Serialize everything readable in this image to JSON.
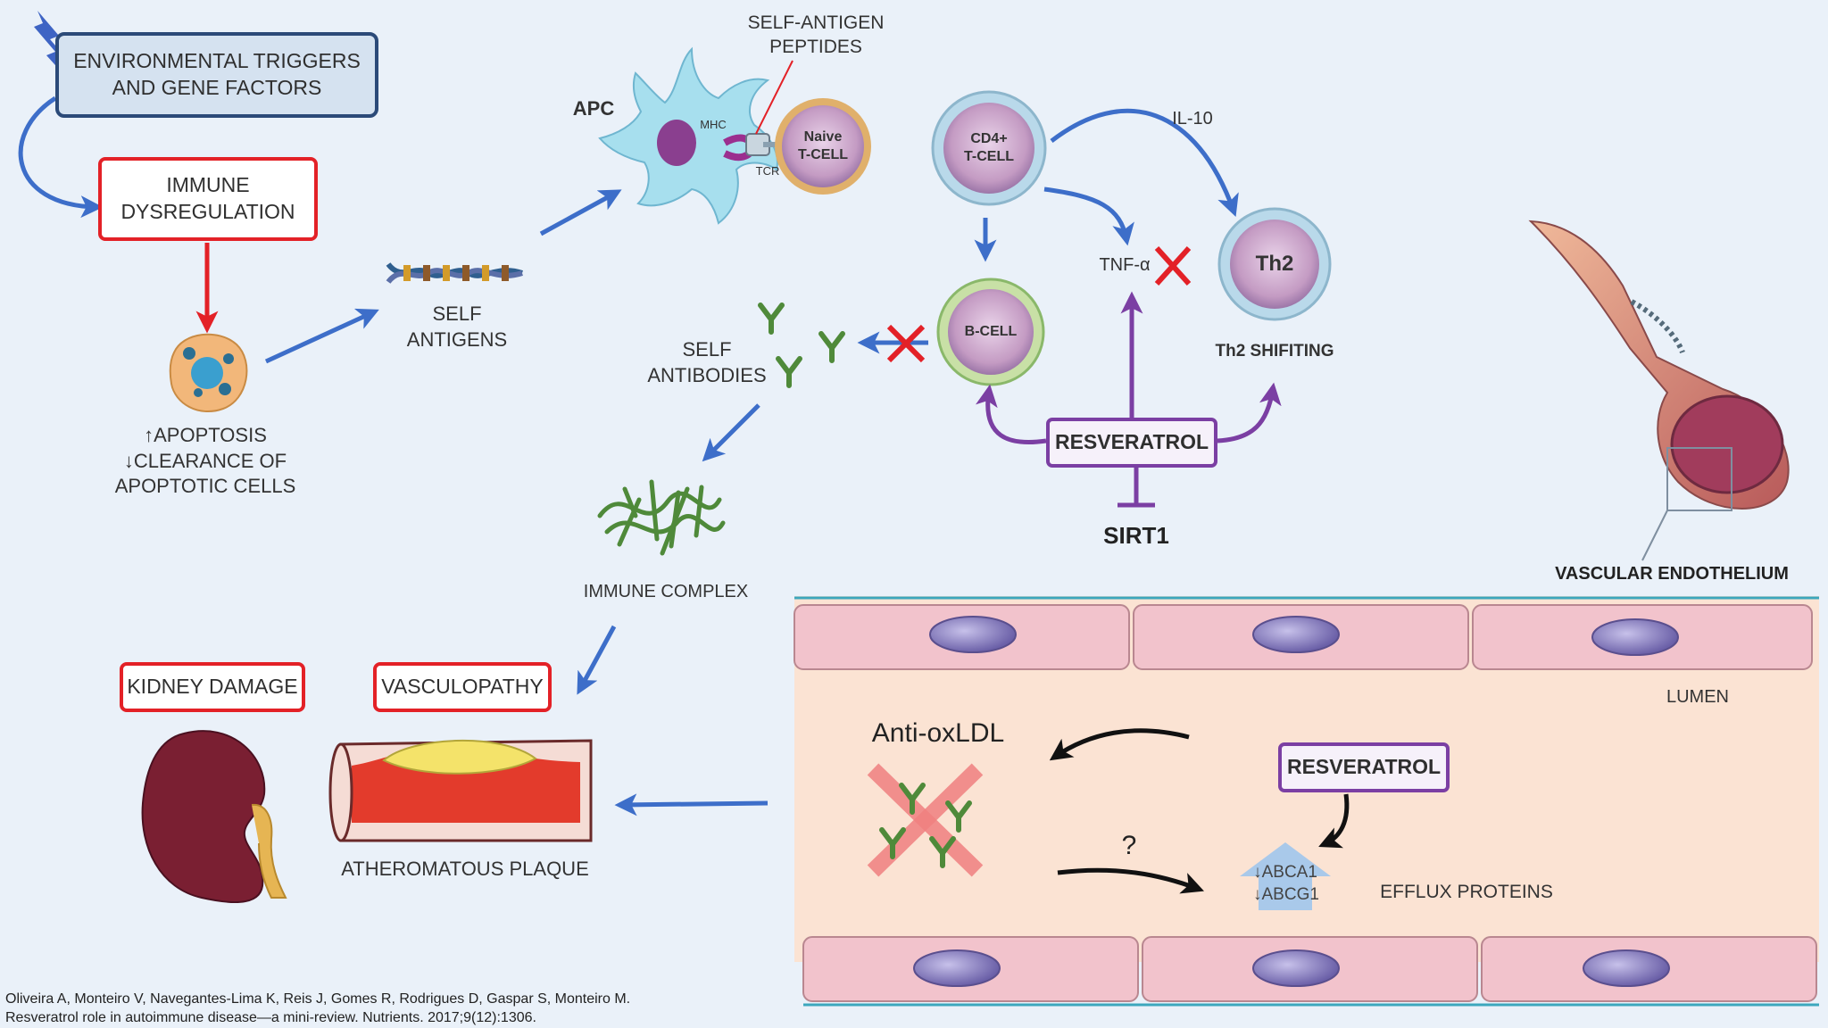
{
  "boxes": {
    "environmental": "ENVIRONMENTAL  TRIGGERS\nAND GENE FACTORS",
    "immune_dysregulation": "IMMUNE\nDYSREGULATION",
    "kidney_damage": "KIDNEY DAMAGE",
    "vasculopathy": "VASCULOPATHY",
    "resveratrol_top": "RESVERATROL",
    "resveratrol_lumen": "RESVERATROL"
  },
  "labels": {
    "apoptosis": "↑APOPTOSIS\n↓CLEARANCE OF\nAPOPTOTIC CELLS",
    "self_antigens": "SELF\nANTIGENS",
    "apc": "APC",
    "self_antigen_peptides": "SELF-ANTIGEN\nPEPTIDES",
    "mhc": "MHC",
    "tcr": "TCR",
    "naive_tcell": "Naive\nT-CELL",
    "cd4_tcell": "CD4+\nT-CELL",
    "il10": "IL-10",
    "th2": "Th2",
    "th2_shifting": "Th2 SHIFITING",
    "tnf": "TNF-α",
    "bcell": "B-CELL",
    "self_antibodies": "SELF\nANTIBODIES",
    "sirt1": "SIRT1",
    "immune_complex": "IMMUNE COMPLEX",
    "vascular_endothelium": "VASCULAR  ENDOTHELIUM",
    "lumen": "LUMEN",
    "anti_oxldl": "Anti-oxLDL",
    "question": "?",
    "efflux_arrow_text": "↓ABCA1\n↓ABCG1",
    "efflux_proteins": "EFFLUX PROTEINS",
    "atheromatous_plaque": "ATHEROMATOUS  PLAQUE"
  },
  "citation": "Oliveira A, Monteiro V, Navegantes-Lima K, Reis J, Gomes R, Rodrigues D, Gaspar S, Monteiro M.\nResveratrol role in autoimmune disease—a mini-review. Nutrients. 2017;9(12):1306.",
  "colors": {
    "background": "#eaf1f9",
    "blue_arrow": "#3d6ec9",
    "red_arrow": "#e32127",
    "purple": "#7b3fa3",
    "red_cross": "#e32127",
    "endothelial_cell": "#f2c3cc",
    "nucleus": "#8d84c2",
    "antibody": "#4f8a3a",
    "lumen": "#fbe3d3"
  }
}
